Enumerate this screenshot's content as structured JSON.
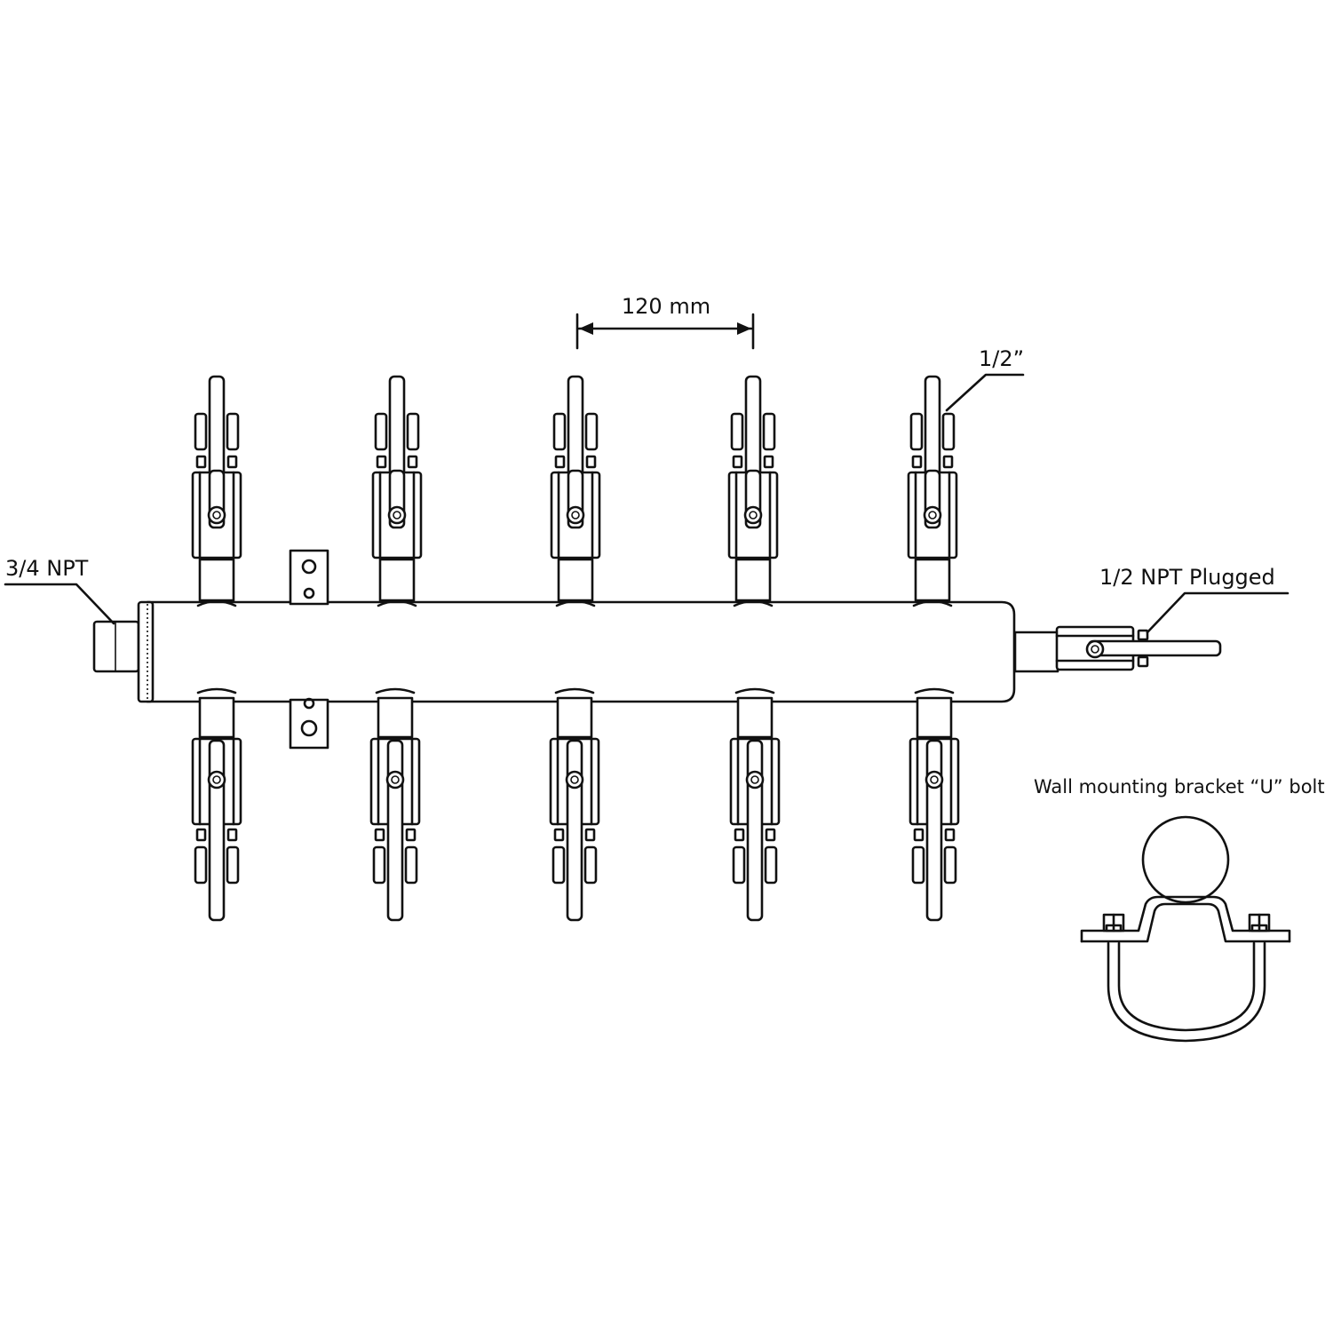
{
  "labels": {
    "spacing": "120 mm",
    "outlet_size": "1/2”",
    "inlet": "3/4 NPT",
    "end_port": "1/2 NPT Plugged",
    "bracket_caption": "Wall mounting bracket “U” bolt"
  },
  "valves": {
    "top_count": 5,
    "bottom_count": 5
  }
}
